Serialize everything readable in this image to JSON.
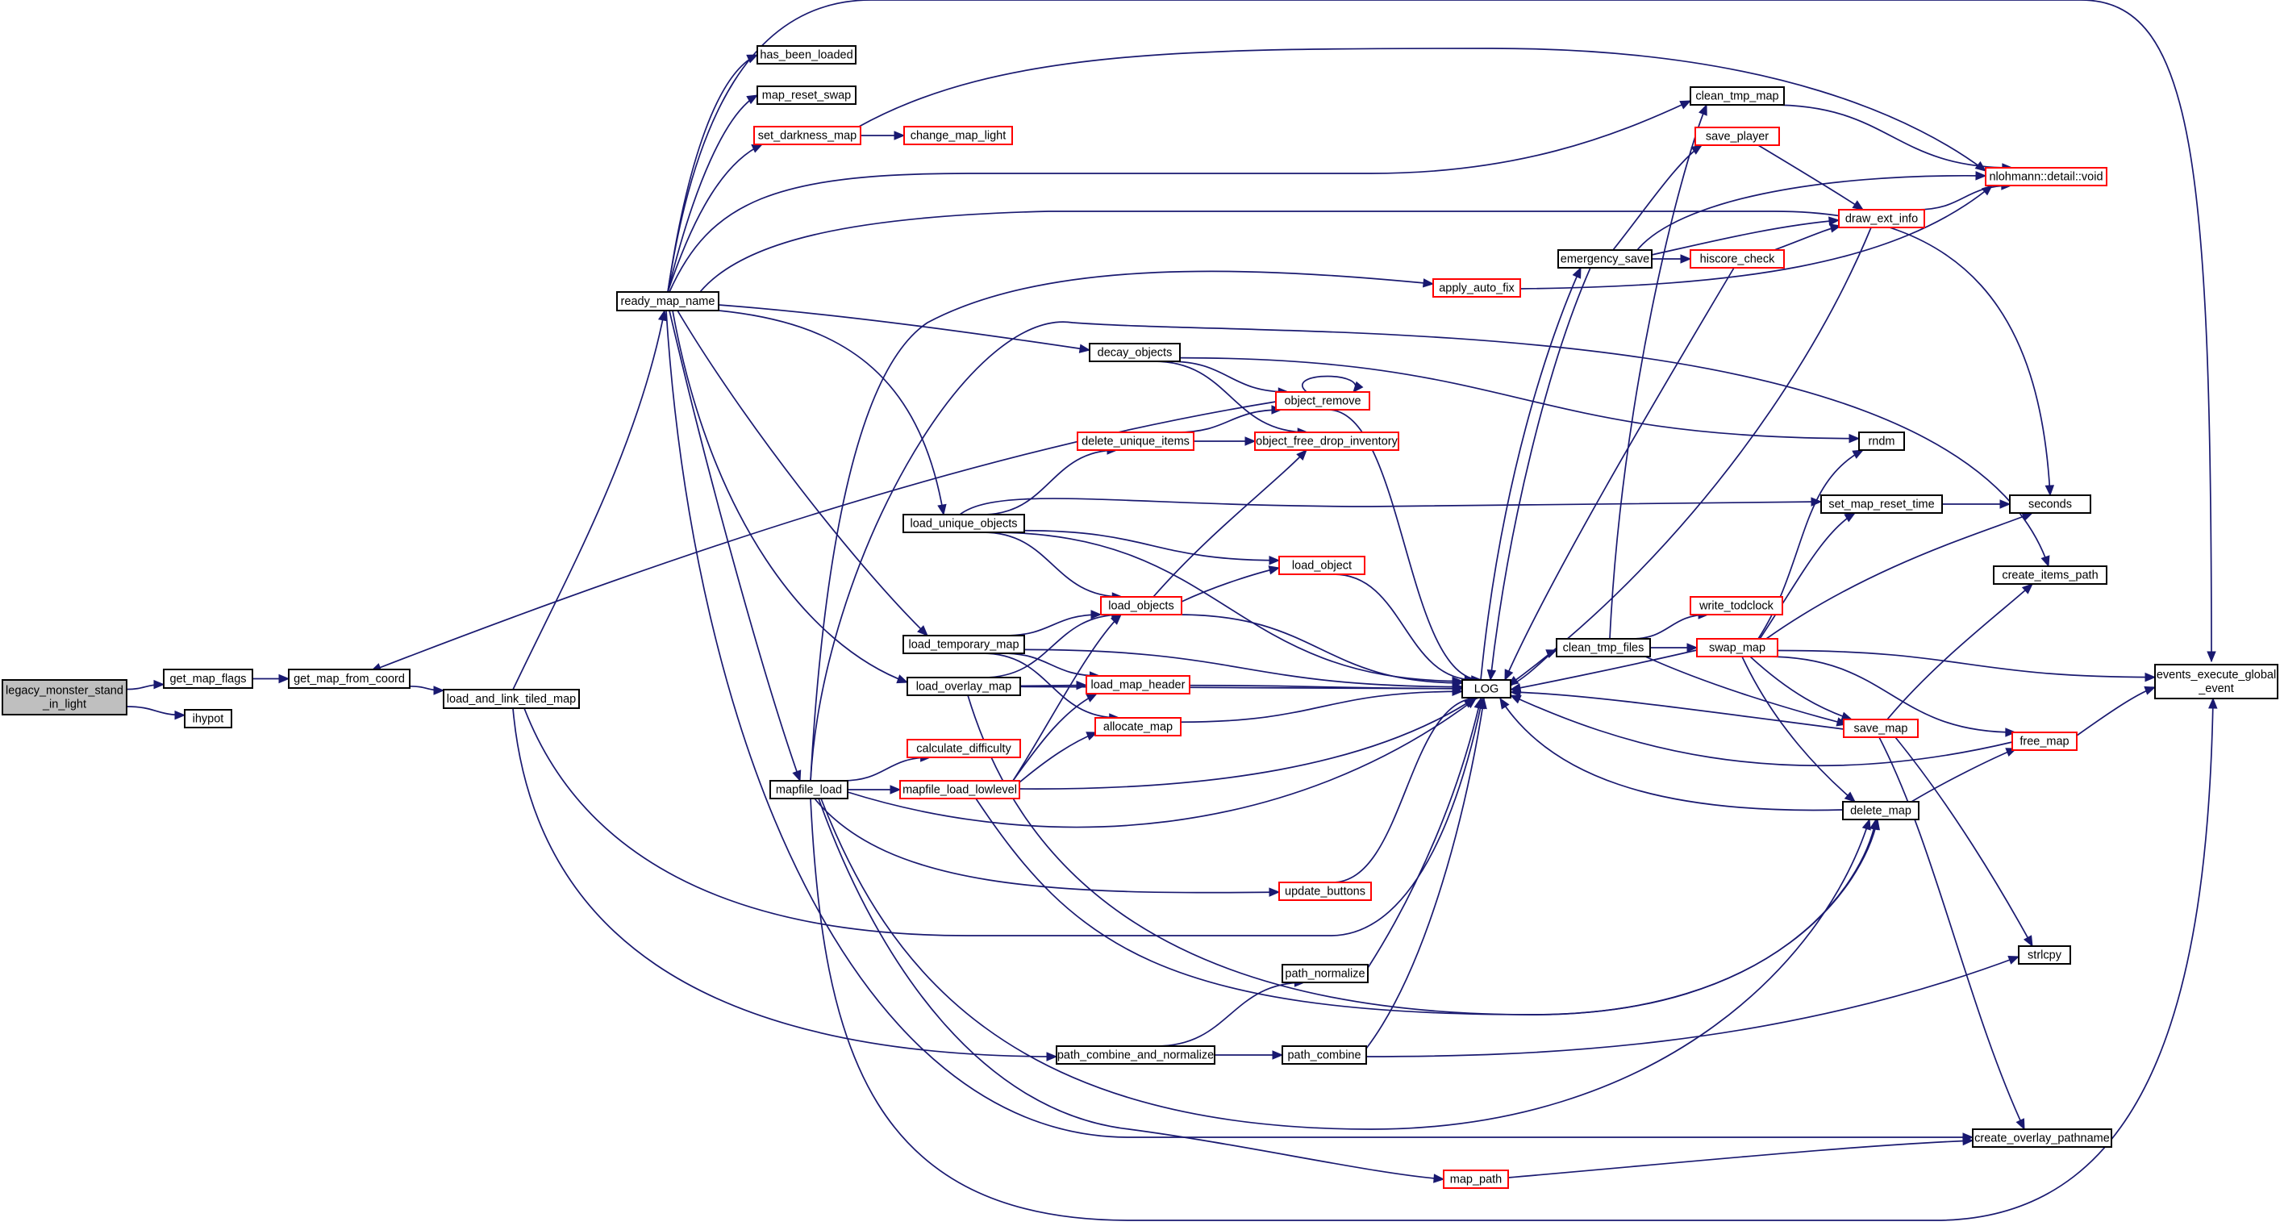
{
  "colors": {
    "edge": "#191970",
    "node_border": "#000000",
    "node_border_undocumented": "#ff0000",
    "root_fill": "#bfbfbf",
    "background": "#ffffff"
  },
  "nodes": [
    {
      "id": "legacy_monster_stand_in_light",
      "lines": [
        "legacy_monster_stand",
        "_in_light"
      ],
      "style": "root"
    },
    {
      "id": "get_map_flags",
      "lines": [
        "get_map_flags"
      ],
      "style": "normal"
    },
    {
      "id": "ihypot",
      "lines": [
        "ihypot"
      ],
      "style": "normal"
    },
    {
      "id": "get_map_from_coord",
      "lines": [
        "get_map_from_coord"
      ],
      "style": "normal"
    },
    {
      "id": "load_and_link_tiled_map",
      "lines": [
        "load_and_link_tiled_map"
      ],
      "style": "normal"
    },
    {
      "id": "ready_map_name",
      "lines": [
        "ready_map_name"
      ],
      "style": "normal"
    },
    {
      "id": "has_been_loaded",
      "lines": [
        "has_been_loaded"
      ],
      "style": "normal"
    },
    {
      "id": "map_reset_swap",
      "lines": [
        "map_reset_swap"
      ],
      "style": "normal"
    },
    {
      "id": "set_darkness_map",
      "lines": [
        "set_darkness_map"
      ],
      "style": "red"
    },
    {
      "id": "change_map_light",
      "lines": [
        "change_map_light"
      ],
      "style": "red"
    },
    {
      "id": "decay_objects",
      "lines": [
        "decay_objects"
      ],
      "style": "normal"
    },
    {
      "id": "object_remove",
      "lines": [
        "object_remove"
      ],
      "style": "red"
    },
    {
      "id": "delete_unique_items",
      "lines": [
        "delete_unique_items"
      ],
      "style": "red"
    },
    {
      "id": "object_free_drop_inventory",
      "lines": [
        "object_free_drop_inventory"
      ],
      "style": "red"
    },
    {
      "id": "load_unique_objects",
      "lines": [
        "load_unique_objects"
      ],
      "style": "normal"
    },
    {
      "id": "load_object",
      "lines": [
        "load_object"
      ],
      "style": "red"
    },
    {
      "id": "load_temporary_map",
      "lines": [
        "load_temporary_map"
      ],
      "style": "normal"
    },
    {
      "id": "load_objects",
      "lines": [
        "load_objects"
      ],
      "style": "red"
    },
    {
      "id": "load_overlay_map",
      "lines": [
        "load_overlay_map"
      ],
      "style": "normal"
    },
    {
      "id": "load_map_header",
      "lines": [
        "load_map_header"
      ],
      "style": "red"
    },
    {
      "id": "allocate_map",
      "lines": [
        "allocate_map"
      ],
      "style": "red"
    },
    {
      "id": "calculate_difficulty",
      "lines": [
        "calculate_difficulty"
      ],
      "style": "red"
    },
    {
      "id": "mapfile_load",
      "lines": [
        "mapfile_load"
      ],
      "style": "normal"
    },
    {
      "id": "mapfile_load_lowlevel",
      "lines": [
        "mapfile_load_lowlevel"
      ],
      "style": "red"
    },
    {
      "id": "update_buttons",
      "lines": [
        "update_buttons"
      ],
      "style": "red"
    },
    {
      "id": "path_normalize",
      "lines": [
        "path_normalize"
      ],
      "style": "normal"
    },
    {
      "id": "path_combine_and_normalize",
      "lines": [
        "path_combine_and_normalize"
      ],
      "style": "normal"
    },
    {
      "id": "path_combine",
      "lines": [
        "path_combine"
      ],
      "style": "normal"
    },
    {
      "id": "map_path",
      "lines": [
        "map_path"
      ],
      "style": "red"
    },
    {
      "id": "apply_auto_fix",
      "lines": [
        "apply_auto_fix"
      ],
      "style": "red"
    },
    {
      "id": "LOG",
      "lines": [
        "LOG"
      ],
      "style": "normal"
    },
    {
      "id": "clean_tmp_map",
      "lines": [
        "clean_tmp_map"
      ],
      "style": "normal"
    },
    {
      "id": "save_player",
      "lines": [
        "save_player"
      ],
      "style": "red"
    },
    {
      "id": "emergency_save",
      "lines": [
        "emergency_save"
      ],
      "style": "normal"
    },
    {
      "id": "hiscore_check",
      "lines": [
        "hiscore_check"
      ],
      "style": "red"
    },
    {
      "id": "draw_ext_info",
      "lines": [
        "draw_ext_info"
      ],
      "style": "red"
    },
    {
      "id": "nlohmann_detail_void",
      "lines": [
        "nlohmann::detail::void"
      ],
      "style": "red"
    },
    {
      "id": "rndm",
      "lines": [
        "rndm"
      ],
      "style": "normal"
    },
    {
      "id": "set_map_reset_time",
      "lines": [
        "set_map_reset_time"
      ],
      "style": "normal"
    },
    {
      "id": "seconds",
      "lines": [
        "seconds"
      ],
      "style": "normal"
    },
    {
      "id": "create_items_path",
      "lines": [
        "create_items_path"
      ],
      "style": "normal"
    },
    {
      "id": "write_todclock",
      "lines": [
        "write_todclock"
      ],
      "style": "red"
    },
    {
      "id": "clean_tmp_files",
      "lines": [
        "clean_tmp_files"
      ],
      "style": "normal"
    },
    {
      "id": "swap_map",
      "lines": [
        "swap_map"
      ],
      "style": "red"
    },
    {
      "id": "save_map",
      "lines": [
        "save_map"
      ],
      "style": "red"
    },
    {
      "id": "free_map",
      "lines": [
        "free_map"
      ],
      "style": "red"
    },
    {
      "id": "delete_map",
      "lines": [
        "delete_map"
      ],
      "style": "normal"
    },
    {
      "id": "strlcpy",
      "lines": [
        "strlcpy"
      ],
      "style": "normal"
    },
    {
      "id": "events_execute_global_event",
      "lines": [
        "events_execute_global",
        "_event"
      ],
      "style": "normal"
    },
    {
      "id": "create_overlay_pathname",
      "lines": [
        "create_overlay_pathname"
      ],
      "style": "normal"
    }
  ],
  "edges": [
    [
      "legacy_monster_stand_in_light",
      "get_map_flags"
    ],
    [
      "legacy_monster_stand_in_light",
      "ihypot"
    ],
    [
      "get_map_flags",
      "get_map_from_coord"
    ],
    [
      "get_map_from_coord",
      "load_and_link_tiled_map"
    ],
    [
      "load_and_link_tiled_map",
      "ready_map_name"
    ],
    [
      "load_and_link_tiled_map",
      "LOG"
    ],
    [
      "load_and_link_tiled_map",
      "path_combine_and_normalize"
    ],
    [
      "ready_map_name",
      "has_been_loaded"
    ],
    [
      "ready_map_name",
      "map_reset_swap"
    ],
    [
      "ready_map_name",
      "set_darkness_map"
    ],
    [
      "ready_map_name",
      "clean_tmp_map"
    ],
    [
      "ready_map_name",
      "events_execute_global_event"
    ],
    [
      "ready_map_name",
      "seconds"
    ],
    [
      "ready_map_name",
      "decay_objects"
    ],
    [
      "ready_map_name",
      "load_unique_objects"
    ],
    [
      "ready_map_name",
      "load_temporary_map"
    ],
    [
      "ready_map_name",
      "load_overlay_map"
    ],
    [
      "ready_map_name",
      "mapfile_load"
    ],
    [
      "ready_map_name",
      "create_overlay_pathname"
    ],
    [
      "set_darkness_map",
      "change_map_light"
    ],
    [
      "set_darkness_map",
      "nlohmann_detail_void"
    ],
    [
      "decay_objects",
      "object_remove"
    ],
    [
      "decay_objects",
      "object_free_drop_inventory"
    ],
    [
      "decay_objects",
      "rndm"
    ],
    [
      "object_remove",
      "object_remove"
    ],
    [
      "object_remove",
      "get_map_from_coord"
    ],
    [
      "object_remove",
      "LOG"
    ],
    [
      "delete_unique_items",
      "object_remove"
    ],
    [
      "delete_unique_items",
      "object_free_drop_inventory"
    ],
    [
      "load_unique_objects",
      "delete_unique_items"
    ],
    [
      "load_unique_objects",
      "load_objects"
    ],
    [
      "load_unique_objects",
      "load_object"
    ],
    [
      "load_unique_objects",
      "LOG"
    ],
    [
      "load_unique_objects",
      "set_map_reset_time"
    ],
    [
      "load_object",
      "LOG"
    ],
    [
      "load_objects",
      "load_object"
    ],
    [
      "load_objects",
      "object_free_drop_inventory"
    ],
    [
      "load_objects",
      "LOG"
    ],
    [
      "load_temporary_map",
      "load_objects"
    ],
    [
      "load_temporary_map",
      "load_map_header"
    ],
    [
      "load_temporary_map",
      "allocate_map"
    ],
    [
      "load_temporary_map",
      "LOG"
    ],
    [
      "load_overlay_map",
      "load_objects"
    ],
    [
      "load_overlay_map",
      "load_map_header"
    ],
    [
      "load_overlay_map",
      "LOG"
    ],
    [
      "load_overlay_map",
      "delete_map"
    ],
    [
      "load_map_header",
      "LOG"
    ],
    [
      "allocate_map",
      "LOG"
    ],
    [
      "mapfile_load",
      "calculate_difficulty"
    ],
    [
      "mapfile_load",
      "mapfile_load_lowlevel"
    ],
    [
      "mapfile_load",
      "LOG"
    ],
    [
      "mapfile_load",
      "update_buttons"
    ],
    [
      "mapfile_load",
      "apply_auto_fix"
    ],
    [
      "mapfile_load",
      "create_items_path"
    ],
    [
      "mapfile_load",
      "map_path"
    ],
    [
      "mapfile_load",
      "events_execute_global_event"
    ],
    [
      "mapfile_load",
      "delete_map"
    ],
    [
      "mapfile_load_lowlevel",
      "load_objects"
    ],
    [
      "mapfile_load_lowlevel",
      "load_map_header"
    ],
    [
      "mapfile_load_lowlevel",
      "allocate_map"
    ],
    [
      "mapfile_load_lowlevel",
      "LOG"
    ],
    [
      "mapfile_load_lowlevel",
      "delete_map"
    ],
    [
      "update_buttons",
      "LOG"
    ],
    [
      "path_combine_and_normalize",
      "path_normalize"
    ],
    [
      "path_combine_and_normalize",
      "path_combine"
    ],
    [
      "path_normalize",
      "LOG"
    ],
    [
      "path_combine",
      "LOG"
    ],
    [
      "path_combine",
      "strlcpy"
    ],
    [
      "map_path",
      "create_overlay_pathname"
    ],
    [
      "apply_auto_fix",
      "nlohmann_detail_void"
    ],
    [
      "LOG",
      "emergency_save"
    ],
    [
      "LOG",
      "clean_tmp_files"
    ],
    [
      "clean_tmp_map",
      "nlohmann_detail_void"
    ],
    [
      "save_player",
      "draw_ext_info"
    ],
    [
      "emergency_save",
      "save_player"
    ],
    [
      "emergency_save",
      "hiscore_check"
    ],
    [
      "emergency_save",
      "draw_ext_info"
    ],
    [
      "emergency_save",
      "nlohmann_detail_void"
    ],
    [
      "emergency_save",
      "LOG"
    ],
    [
      "hiscore_check",
      "draw_ext_info"
    ],
    [
      "hiscore_check",
      "LOG"
    ],
    [
      "draw_ext_info",
      "nlohmann_detail_void"
    ],
    [
      "draw_ext_info",
      "LOG"
    ],
    [
      "clean_tmp_files",
      "clean_tmp_map"
    ],
    [
      "clean_tmp_files",
      "write_todclock"
    ],
    [
      "clean_tmp_files",
      "swap_map"
    ],
    [
      "clean_tmp_files",
      "save_map"
    ],
    [
      "swap_map",
      "LOG"
    ],
    [
      "swap_map",
      "rndm"
    ],
    [
      "swap_map",
      "set_map_reset_time"
    ],
    [
      "swap_map",
      "seconds"
    ],
    [
      "swap_map",
      "events_execute_global_event"
    ],
    [
      "swap_map",
      "save_map"
    ],
    [
      "swap_map",
      "free_map"
    ],
    [
      "swap_map",
      "delete_map"
    ],
    [
      "set_map_reset_time",
      "seconds"
    ],
    [
      "save_map",
      "LOG"
    ],
    [
      "save_map",
      "create_items_path"
    ],
    [
      "save_map",
      "strlcpy"
    ],
    [
      "save_map",
      "create_overlay_pathname"
    ],
    [
      "free_map",
      "LOG"
    ],
    [
      "free_map",
      "events_execute_global_event"
    ],
    [
      "delete_map",
      "free_map"
    ],
    [
      "delete_map",
      "LOG"
    ]
  ]
}
